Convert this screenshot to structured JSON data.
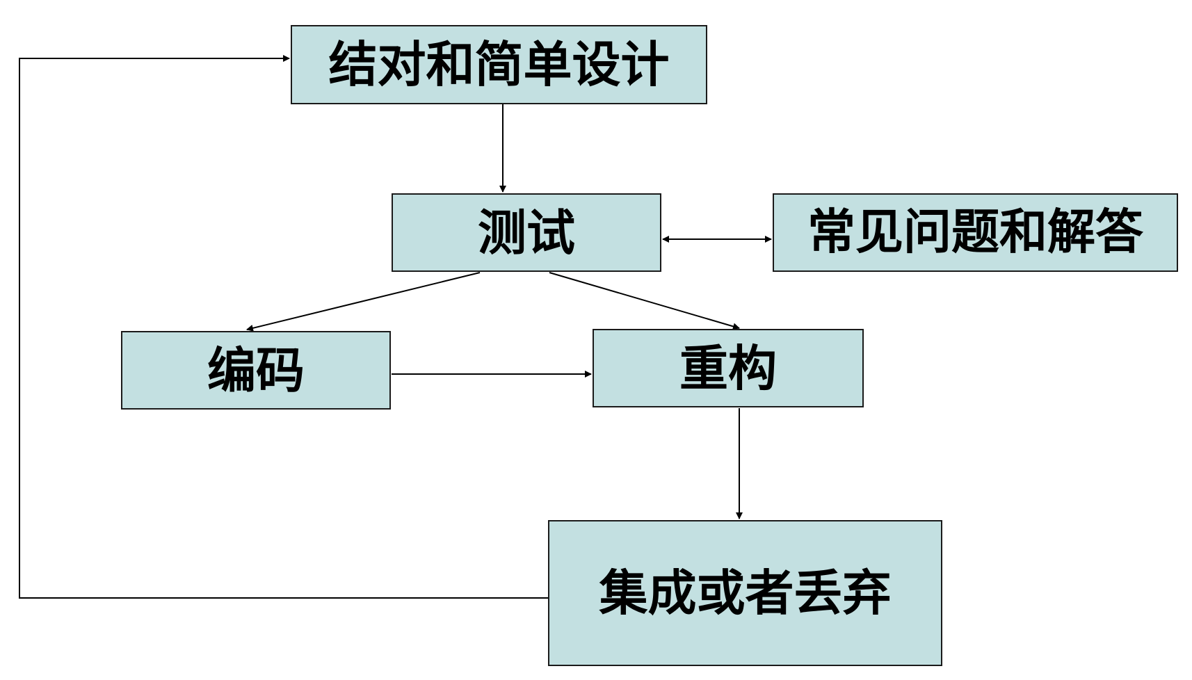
{
  "diagram": {
    "type": "flowchart",
    "colors": {
      "box_fill": "#c3e0e1",
      "box_border": "#1a1a1a",
      "edge": "#000000",
      "text": "#000000",
      "background": "#ffffff"
    },
    "nodes": {
      "pair_design": "结对和简单设计",
      "test": "测试",
      "faq": "常见问题和解答",
      "code": "编码",
      "refactor": "重构",
      "integrate": "集成或者丢弃"
    },
    "edges": [
      {
        "from": "pair_design",
        "to": "test",
        "direction": "forward"
      },
      {
        "from": "test",
        "to": "faq",
        "direction": "both"
      },
      {
        "from": "test",
        "to": "code",
        "direction": "forward"
      },
      {
        "from": "test",
        "to": "refactor",
        "direction": "forward"
      },
      {
        "from": "code",
        "to": "refactor",
        "direction": "forward"
      },
      {
        "from": "refactor",
        "to": "integrate",
        "direction": "forward"
      },
      {
        "from": "integrate",
        "to": "pair_design",
        "direction": "forward"
      }
    ]
  }
}
